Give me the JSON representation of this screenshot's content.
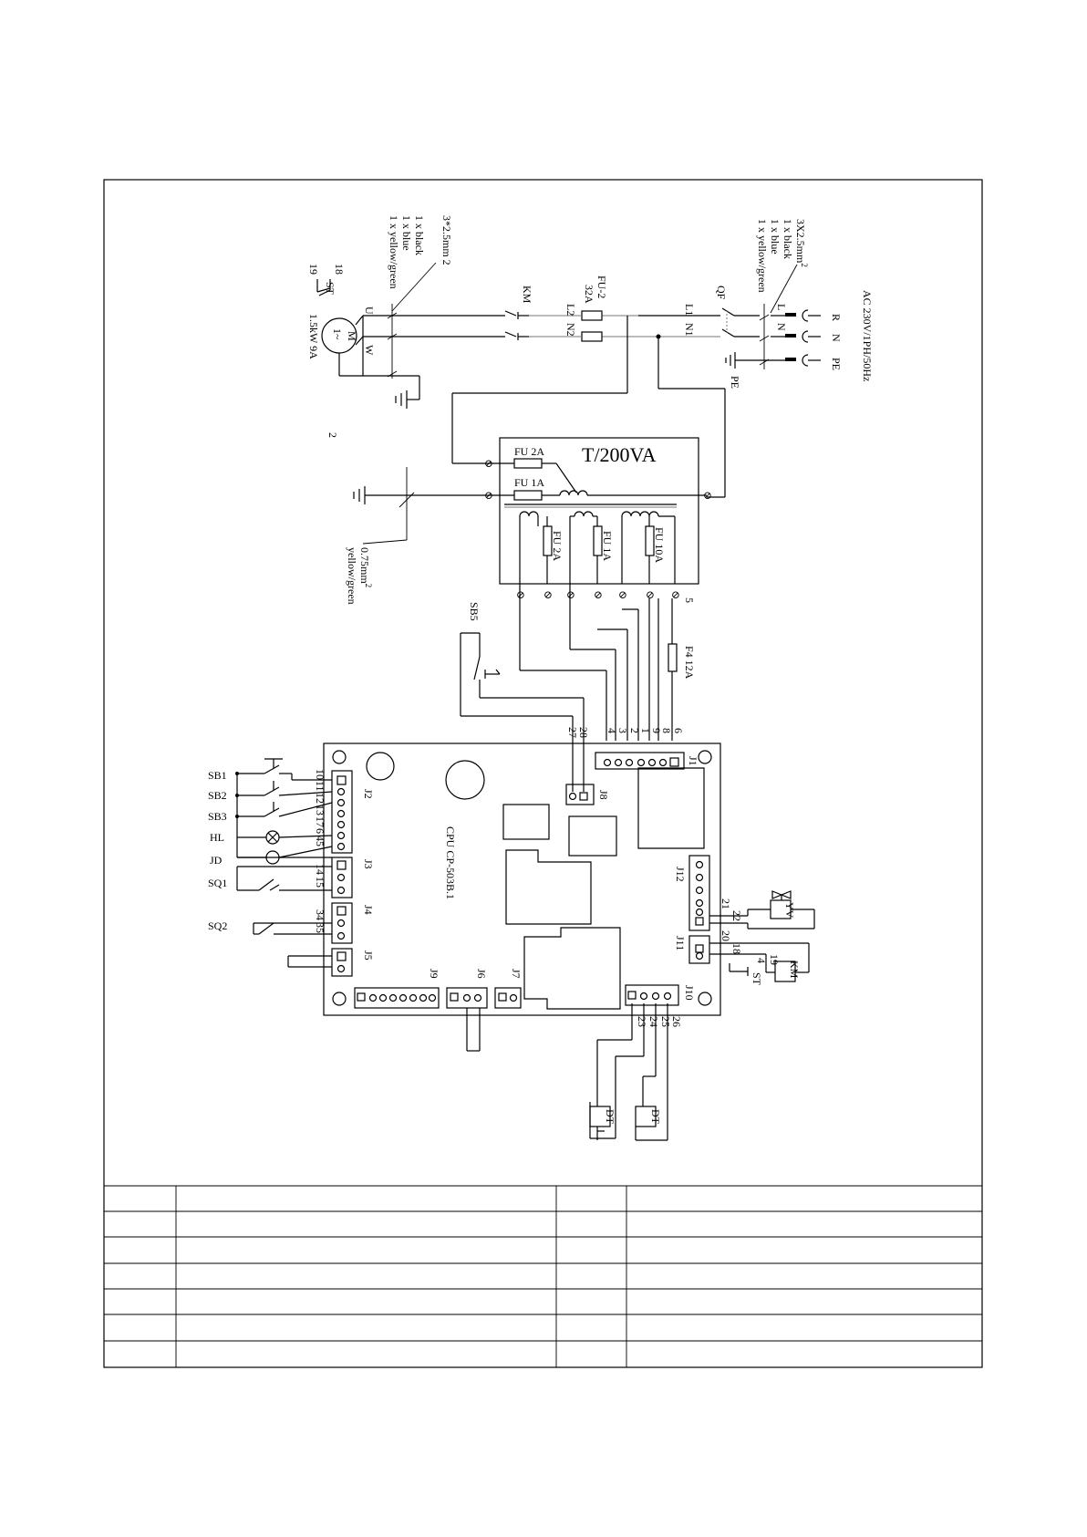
{
  "supply": {
    "spec": "AC 230V/1PH/50Hz",
    "terminals": [
      "R",
      "N",
      "PE"
    ],
    "cable": "3X2.5mm",
    "cable_sup": "2",
    "cores": [
      "1 x black",
      "1 x blue",
      "1 x yellow/green"
    ],
    "qf": "QF",
    "l": "L",
    "n": "N",
    "pe": "PE"
  },
  "main": {
    "l1": "L1",
    "n1": "N1",
    "fuse_name": "FU-2",
    "fuse_rating": "32A",
    "l2": "L2",
    "n2": "N2",
    "km": "KM"
  },
  "motor": {
    "cable": "3*2.5mm",
    "cable_sup": "2",
    "cores": [
      "1 x black",
      "1 x blue",
      "1 x yellow/green"
    ],
    "u": "U",
    "w": "W",
    "m": "M",
    "phase": "1~",
    "rating": "1.5kW 9A",
    "st": "ST",
    "pin18": "18",
    "pin19": "19",
    "stray_2": "2"
  },
  "transformer": {
    "name": "T/200VA",
    "fuse_top": "FU 2A",
    "fuse_mid": "FU 1A",
    "fuse_s1": "FU 2A",
    "fuse_s2": "FU 1A",
    "fuse_s3": "FU 10A",
    "earth_cable": "0.75mm",
    "earth_sup": "2",
    "earth_color": "yellow/green",
    "pin5": "5"
  },
  "f4": "F4 12A",
  "sb5": "SB5",
  "board": {
    "name": "CPU CP-503B.1",
    "connectors": {
      "j1": "J1",
      "j2": "J2",
      "j3": "J3",
      "j4": "J4",
      "j5": "J5",
      "j6": "J6",
      "j7": "J7",
      "j8": "J8",
      "j9": "J9",
      "j10": "J10",
      "j11": "J11",
      "j12": "J12"
    },
    "j1_pins": [
      "6",
      "8",
      "9",
      "1",
      "2",
      "3",
      "4"
    ],
    "j8_pins": [
      "27",
      "28"
    ],
    "j2_pins": [
      "10",
      "11",
      "12",
      "13",
      "17",
      "6",
      "45"
    ],
    "j3_pins": [
      "14",
      "15"
    ],
    "j4_pins": [
      "34",
      "35"
    ],
    "j10_pins": [
      "26",
      "25",
      "24",
      "23"
    ],
    "j12_pins": [
      "21",
      "22"
    ],
    "j11_pins": [
      "20",
      "18"
    ]
  },
  "left_devices": [
    "SB1",
    "SB2",
    "SB3",
    "HL",
    "JD",
    "SQ1",
    "SQ2"
  ],
  "right_devices": {
    "yv": "YV",
    "km": "KM",
    "st": "ST",
    "pin19": "19",
    "pin4": "4"
  },
  "sensors": [
    "DT",
    "DT"
  ],
  "table": {
    "rows": 7,
    "cols": 4
  }
}
